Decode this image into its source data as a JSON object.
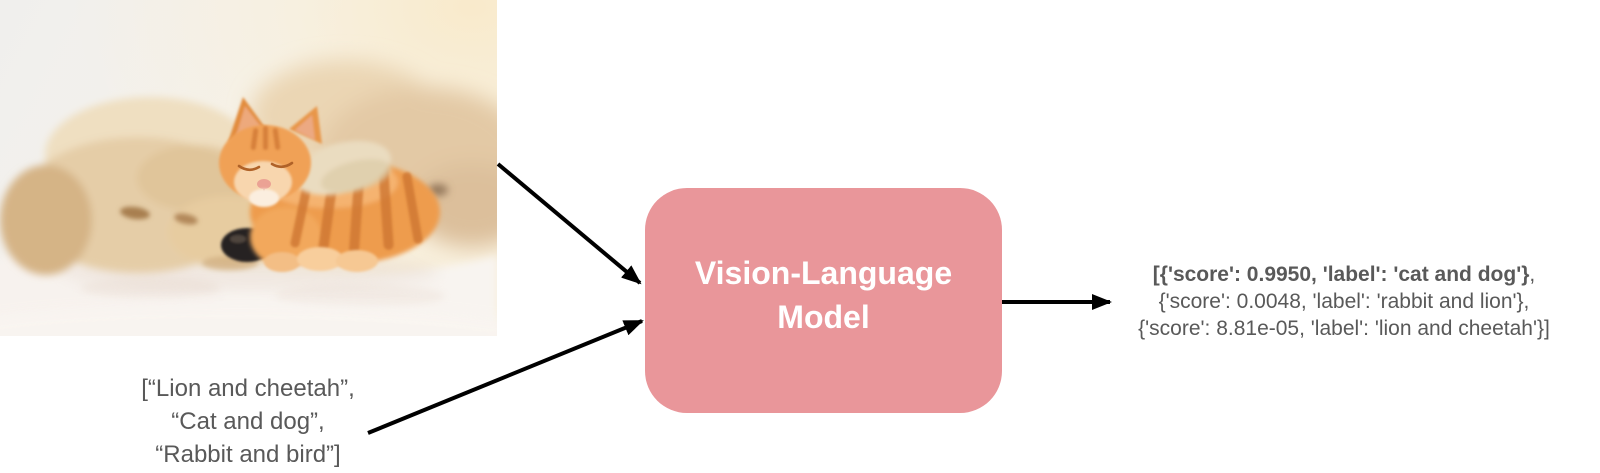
{
  "diagram": {
    "input_image": {
      "description": "photo of a sleeping cream puppy cuddling with a ginger tabby kitten on a white blanket"
    },
    "input_labels": {
      "line1": "[“Lion and cheetah”,",
      "line2": "“Cat and dog”,",
      "line3": "“Rabbit and bird”]"
    },
    "model": {
      "title_line1": "Vision-Language",
      "title_line2": "Model"
    },
    "output": {
      "line1_bold": "[{'score': 0.9950, 'label': 'cat and dog'}",
      "line1_tail": ",",
      "line2": "{'score': 0.0048, 'label': 'rabbit and lion'},",
      "line3": "{'score': 8.81e-05, 'label': 'lion and cheetah'}]"
    },
    "colors": {
      "model_box": "#E9969A",
      "model_text": "#FFFFFF",
      "text_gray": "#595959",
      "arrow": "#000000"
    }
  }
}
